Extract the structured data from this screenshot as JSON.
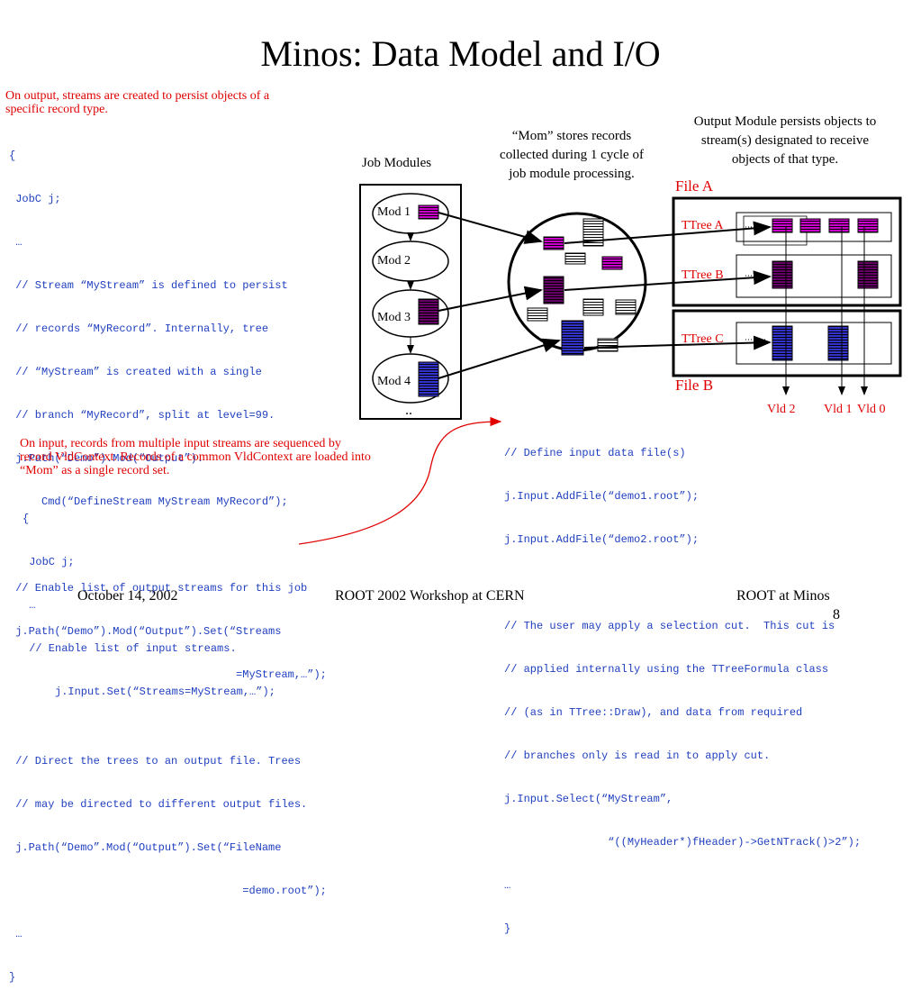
{
  "title": "Minos: Data Model and I/O",
  "output_note": [
    "On output, streams are created to persist objects of a",
    "specific record type."
  ],
  "output_code": [
    "{",
    " JobC j;",
    " …",
    " // Stream “MyStream” is defined to persist",
    " // records “MyRecord”. Internally, tree",
    " // “MyStream” is created with a single",
    " // branch “MyRecord”, split at level=99.",
    " j.Path(“Demo”).Mod(“Output”).",
    "     Cmd(“DefineStream MyStream MyRecord”);",
    "",
    " // Enable list of output streams for this job",
    " j.Path(“Demo”).Mod(“Output”).Set(“Streams",
    "                                   =MyStream,…”);",
    "",
    " // Direct the trees to an output file. Trees",
    " // may be directed to different output files.",
    " j.Path(“Demo”.Mod(“Output”).Set(“FileName",
    "                                    =demo.root”);",
    " …",
    "}"
  ],
  "input_note": [
    "On input, records from multiple input streams are sequenced by",
    "record VldContext.  Records of a common VldContext are loaded into",
    "“Mom” as a single record set."
  ],
  "input_code": [
    "{",
    " JobC j;",
    " …",
    " // Enable list of input streams.",
    "     j.Input.Set(“Streams=MyStream,…”);"
  ],
  "input_data_code": [
    "// Define input data file(s)",
    "j.Input.AddFile(“demo1.root”);",
    "j.Input.AddFile(“demo2.root”);",
    "",
    "// The user may apply a selection cut.  This cut is",
    "// applied internally using the TTreeFormula class",
    "// (as in TTree::Draw), and data from required",
    "// branches only is read in to apply cut.",
    "j.Input.Select(“MyStream”,",
    "                “((MyHeader*)fHeader)->GetNTrack()>2”);",
    "…",
    "}"
  ],
  "diagram": {
    "job_modules_label": "Job Modules",
    "mom_caption": [
      "“Mom” stores records",
      "collected during 1 cycle of",
      "job module processing."
    ],
    "output_caption": [
      "Output Module persists objects to",
      "stream(s) designated to receive",
      "objects of that type."
    ],
    "modules": [
      "Mod 1",
      "Mod 2",
      "Mod 3",
      "Mod 4"
    ],
    "file_a": "File A",
    "file_b": "File B",
    "trees": [
      "TTree  A",
      "TTree  B",
      "TTree  C"
    ],
    "vld_labels": [
      "Vld 2",
      "Vld 1",
      "Vld 0"
    ],
    "colors": {
      "magenta": "#cc00cc",
      "purple": "#660066",
      "blue": "#3333cc",
      "red": "#e00000",
      "code": "#1f3fbf"
    }
  },
  "footer": {
    "date": "October 14, 2002",
    "event": "ROOT 2002 Workshop at CERN",
    "right": "ROOT at Minos",
    "page": "8"
  }
}
